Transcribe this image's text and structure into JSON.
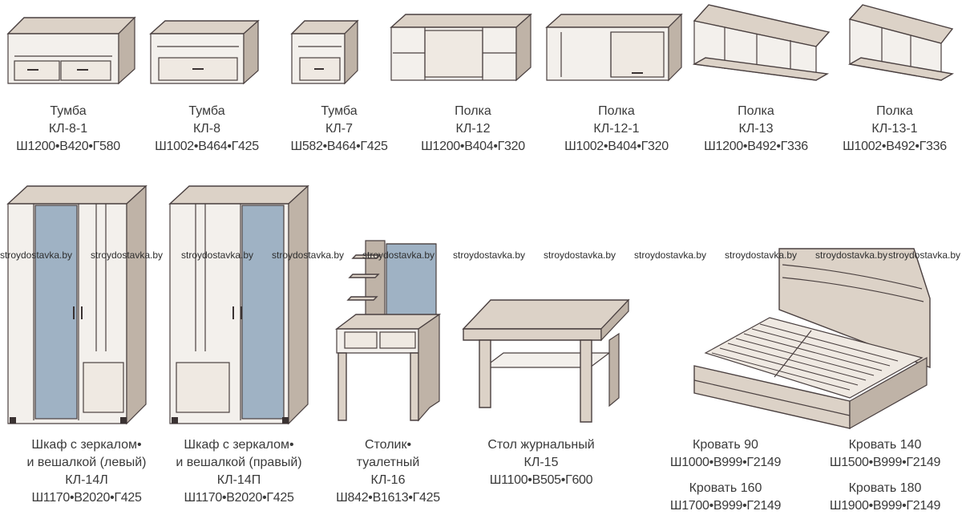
{
  "watermark": "stroydostavka.by",
  "top_row": [
    {
      "name": "Тумба",
      "code": "КЛ-8-1",
      "dims": "Ш1200•В420•Г580"
    },
    {
      "name": "Тумба",
      "code": "КЛ-8",
      "dims": "Ш1002•В464•Г425"
    },
    {
      "name": "Тумба",
      "code": "КЛ-7",
      "dims": "Ш582•В464•Г425"
    },
    {
      "name": "Полка",
      "code": "КЛ-12",
      "dims": "Ш1200•В404•Г320"
    },
    {
      "name": "Полка",
      "code": "КЛ-12-1",
      "dims": "Ш1002•В404•Г320"
    },
    {
      "name": "Полка",
      "code": "КЛ-13",
      "dims": "Ш1200•В492•Г336"
    },
    {
      "name": "Полка",
      "code": "КЛ-13-1",
      "dims": "Ш1002•В492•Г336"
    }
  ],
  "bottom_row": [
    {
      "line1": "Шкаф с зеркалом•",
      "line2": "и вешалкой (левый)",
      "code": "КЛ-14Л",
      "dims": "Ш1170•В2020•Г425"
    },
    {
      "line1": "Шкаф с зеркалом•",
      "line2": "и вешалкой (правый)",
      "code": "КЛ-14П",
      "dims": "Ш1170•В2020•Г425"
    },
    {
      "line1": "Столик•",
      "line2": "туалетный",
      "code": "КЛ-16",
      "dims": "Ш842•В1613•Г425"
    },
    {
      "line1": "Стол журнальный",
      "code": "КЛ-15",
      "dims": "Ш1100•В505•Г600"
    }
  ],
  "beds": [
    {
      "name": "Кровать 90",
      "dims": "Ш1000•В999•Г2149"
    },
    {
      "name": "Кровать 140",
      "dims": "Ш1500•В999•Г2149"
    },
    {
      "name": "Кровать 160",
      "dims": "Ш1700•В999•Г2149"
    },
    {
      "name": "Кровать 180",
      "dims": "Ш1900•В999•Г2149"
    }
  ],
  "colors": {
    "wood": "#d9cfc4",
    "wood_dark": "#b8aca0",
    "edge": "#4a4040",
    "mirror": "#9fb2c4",
    "text": "#3a3a3a"
  }
}
